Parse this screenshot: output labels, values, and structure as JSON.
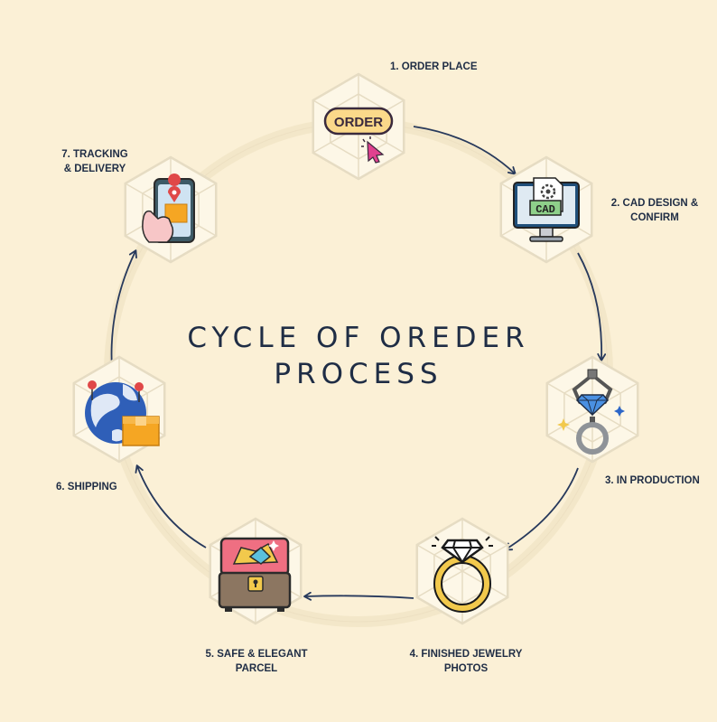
{
  "title": {
    "line1": "CYCLE OF OREDER",
    "line2": "PROCESS"
  },
  "steps": [
    {
      "label": "1. ORDER PLACE",
      "icon": "order-click-icon",
      "badge": "ORDER"
    },
    {
      "label": "2. CAD DESIGN &\nCONFIRM",
      "icon": "cad-monitor-icon",
      "badge": "CAD"
    },
    {
      "label": "3. IN PRODUCTION",
      "icon": "diamond-claw-ring-icon"
    },
    {
      "label": "4. FINISHED  JEWELRY\nPHOTOS",
      "icon": "diamond-ring-icon"
    },
    {
      "label": "5. SAFE & ELEGANT\nPARCEL",
      "icon": "jewelry-chest-icon"
    },
    {
      "label": "6. SHIPPING",
      "icon": "globe-package-icon"
    },
    {
      "label": "7. TRACKING\n& DELIVERY",
      "icon": "phone-tracking-icon"
    }
  ],
  "colors": {
    "background": "#fbf0d6",
    "ring": "#f3e7c9",
    "arrow": "#27395c",
    "text": "#1f2d45",
    "hex_fill": "#fdf7e7",
    "hex_stroke": "#e6dcc3"
  }
}
